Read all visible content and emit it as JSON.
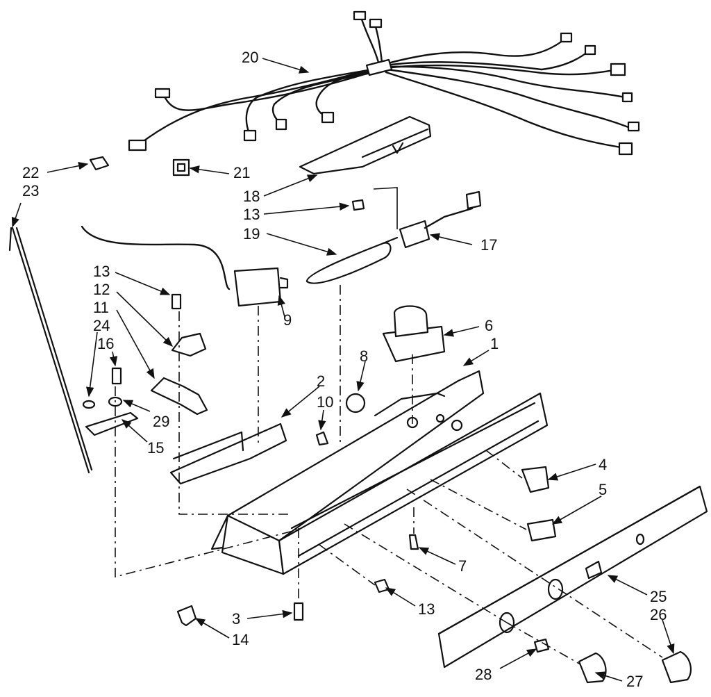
{
  "diagram": {
    "callouts": {
      "p20": "20",
      "p22": "22",
      "p23": "23",
      "p21": "21",
      "p18": "18",
      "p13a": "13",
      "p19": "19",
      "p17": "17",
      "p13b": "13",
      "p12": "12",
      "p11": "11",
      "p24": "24",
      "p16": "16",
      "p9": "9",
      "p6": "6",
      "p1": "1",
      "p8": "8",
      "p2": "2",
      "p10": "10",
      "p29": "29",
      "p15": "15",
      "p4": "4",
      "p5": "5",
      "p7": "7",
      "p25": "25",
      "p26": "26",
      "p13c": "13",
      "p3": "3",
      "p14": "14",
      "p28": "28",
      "p27": "27"
    }
  }
}
